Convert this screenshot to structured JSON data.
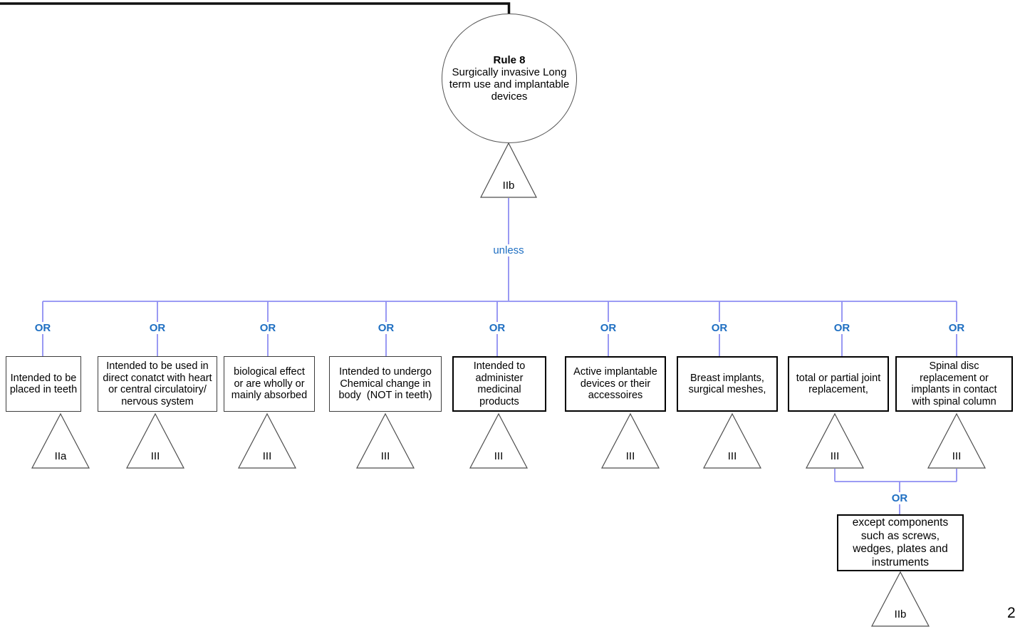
{
  "page": {
    "number": "2"
  },
  "colors": {
    "connector_line": "#8E8EF2",
    "keyword_blue": "#1F6FC2",
    "shape_outline": "#4d4d4d",
    "box_border_thin": "#3d3d3d",
    "box_border_thick": "#000000"
  },
  "labels": {
    "or": "OR",
    "unless": "unless"
  },
  "root": {
    "title": "Rule 8",
    "subtitle": "Surgically invasive Long\nterm use and implantable\ndevices",
    "class": "IIb"
  },
  "branches": [
    {
      "label": "Intended to be\nplaced in teeth",
      "class": "IIa"
    },
    {
      "label": "Intended to be used in\ndirect conatct with heart\nor central circulatoiry/\nnervous system",
      "class": "III"
    },
    {
      "label": "biological effect\nor are wholly or\nmainly absorbed",
      "class": "III"
    },
    {
      "label": "Intended to undergo\nChemical change in\nbody  (NOT in teeth)",
      "class": "III"
    },
    {
      "label": "Intended to\nadminister\nmedicinal\nproducts",
      "class": "III"
    },
    {
      "label": "Active implantable\ndevices or their\naccessoires",
      "class": "III"
    },
    {
      "label": "Breast implants,\nsurgical meshes,",
      "class": "III"
    },
    {
      "label": "total or partial joint\nreplacement,",
      "class": "III"
    },
    {
      "label": "Spinal disc\nreplacement or\nimplants in contact\nwith spinal column",
      "class": "III"
    }
  ],
  "exception": {
    "label": "except components\nsuch as screws,\nwedges, plates and\ninstruments",
    "class": "IIb"
  }
}
